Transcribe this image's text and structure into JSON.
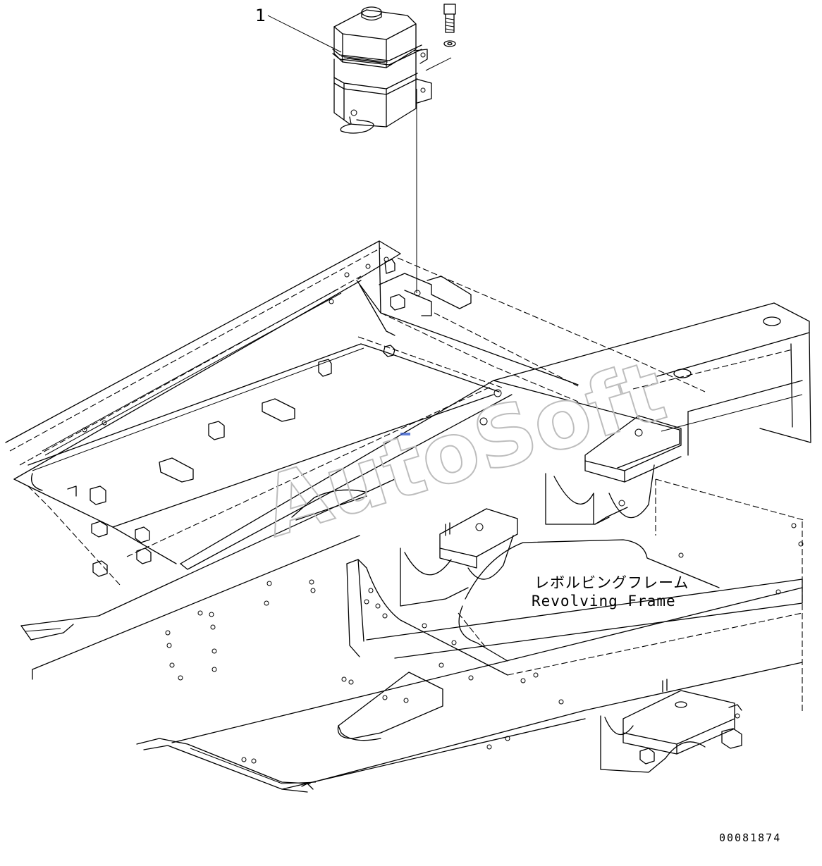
{
  "diagram": {
    "callout_number": "1",
    "label_japanese": "レボルビングフレーム",
    "label_english": "Revolving Frame",
    "drawing_number": "00081874",
    "watermark": "AutoSoft",
    "colors": {
      "line": "#000000",
      "background": "#ffffff",
      "watermark": "#bdbdbd",
      "marker": "#3a5fcd"
    }
  }
}
